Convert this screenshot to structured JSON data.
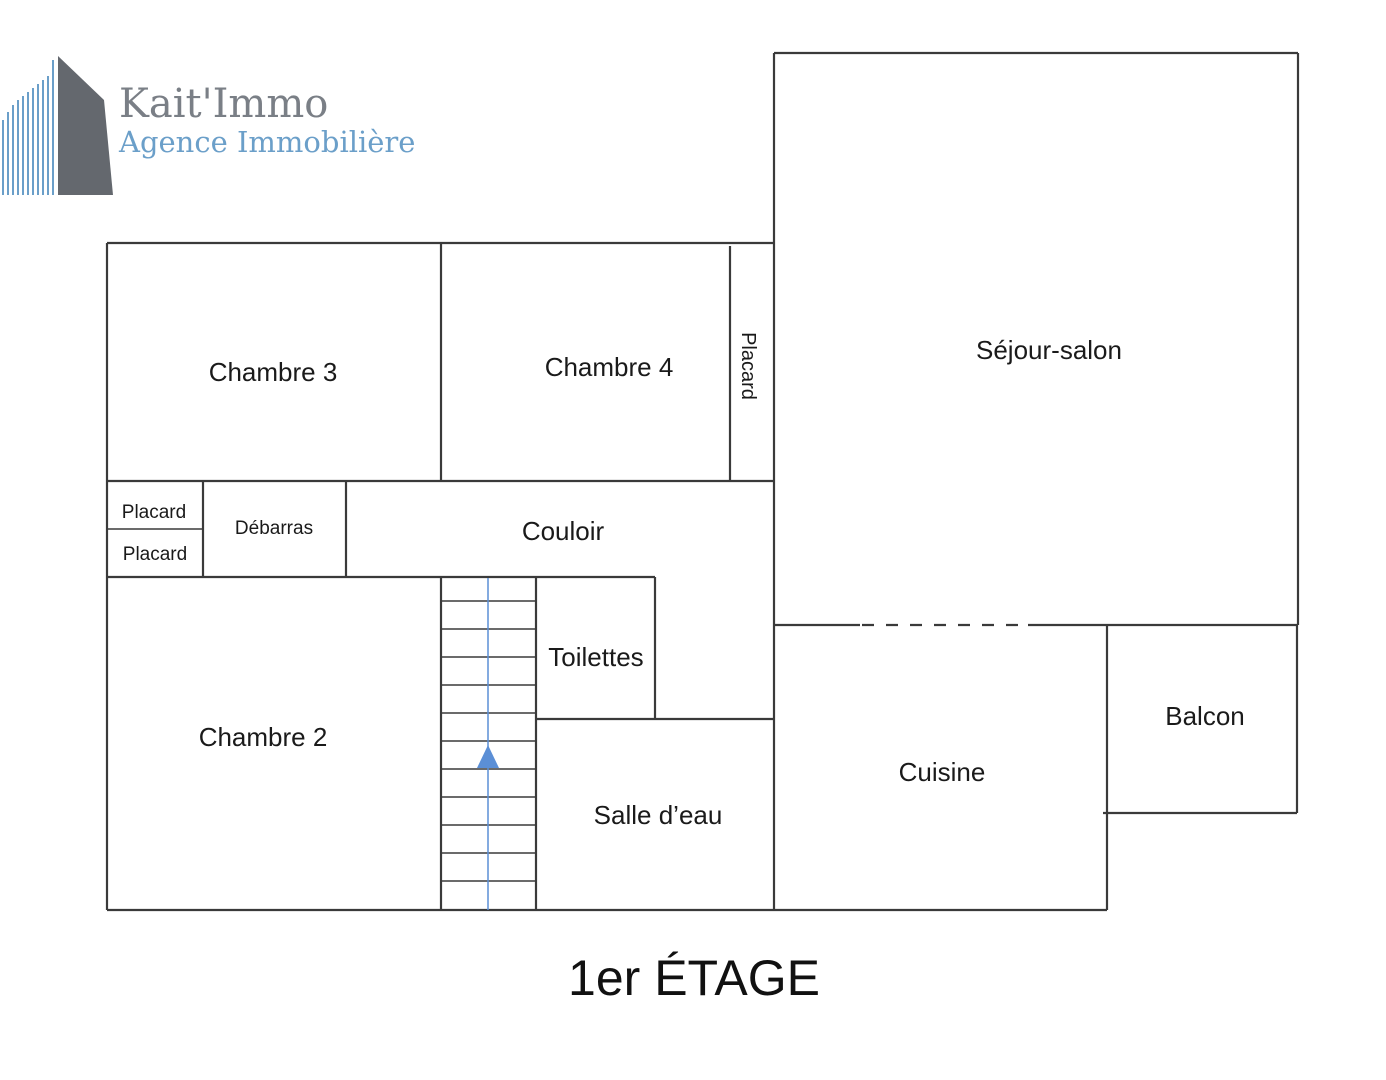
{
  "brand": {
    "name": "Kait'Immo",
    "tagline": "Agence Immobilière",
    "colors": {
      "logo_gray": "#64686e",
      "logo_blue": "#6b9fc9",
      "name": "#7a7f86"
    }
  },
  "rooms": {
    "chambre3": "Chambre 3",
    "chambre4": "Chambre 4",
    "placard_vertical": "Placard",
    "sejour": "Séjour-salon",
    "placard_top": "Placard",
    "placard_bottom": "Placard",
    "debarras": "Débarras",
    "couloir": "Couloir",
    "toilettes": "Toilettes",
    "chambre2": "Chambre 2",
    "salle_eau": "Salle d’eau",
    "cuisine": "Cuisine",
    "balcon": "Balcon"
  },
  "floor_title": "1er ÉTAGE",
  "stair_arrow_color": "#5b8fd6"
}
